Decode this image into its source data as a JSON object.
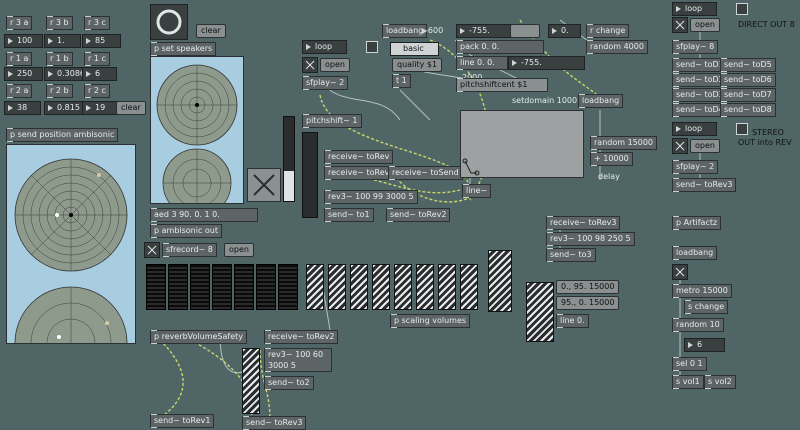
{
  "speaker_toggles": {
    "a": [
      "r 3 a",
      "r 3 b",
      "r 3 c"
    ],
    "b_values": [
      "100",
      "1.",
      "85"
    ],
    "c": [
      "r 1 a",
      "r 1 b",
      "r 1 c"
    ],
    "d_values": [
      "250",
      "0.3086",
      "6"
    ],
    "e": [
      "r 2 a",
      "r 2 b",
      "r 2 c"
    ],
    "f_values": [
      "38",
      "0.815",
      "19"
    ],
    "clear": "clear",
    "send_position": "p send position ambisonic"
  },
  "speakers": {
    "clear": "clear",
    "set": "p set speakers"
  },
  "ambisonic": {
    "aed": "aed 3 90. 0. 1 0.",
    "out": "p ambisonic out",
    "sfrecord": "sfrecord~ 8",
    "open": "open"
  },
  "loop1": {
    "loop": "loop",
    "open": "open",
    "sfplay": "sfplay~ 2",
    "basic": "basic",
    "quality": "quality $1",
    "t1": "t 1",
    "pitchshift": "pitchshift~ 1",
    "receive_toRev": "receive~ toRev",
    "receive_toRev1": "receive~ toRev1",
    "receive_toSend": "receive~ toSend",
    "rev3": "rev3~ 100 99 3000 5",
    "send_to1": "send~ to1",
    "send_toRev2": "send~ toRev2"
  },
  "center": {
    "loadbang": "loadbang",
    "num_600": "-600",
    "num_755a": "-755.",
    "num_0": "0.",
    "r_change": "r change",
    "random_4000": "random 4000",
    "pack": "pack 0. 0.",
    "line_top": "line 0. 0.",
    "num_755b": "-755.",
    "num_2000": "2000",
    "pitchshift_cent": "pitchshiftcent $1",
    "setdomain": "setdomain 1000",
    "loadbang2": "loadbang",
    "random_15000": "random 15000",
    "plus_10000": "+ 10000",
    "delay": "delay",
    "line": "line~"
  },
  "rev3_block": {
    "receive": "receive~ toRev3",
    "rev3": "rev3~ 100 98 250 5",
    "send": "send~ to3"
  },
  "volumes": {
    "scaling": "p scaling volumes",
    "m1": "0., 95. 15000",
    "m2": "95., 0. 15000",
    "line": "line 0."
  },
  "reverb": {
    "p_reverb": "p reverbVolumeSafety",
    "receive_toRev2": "receive~ toRev2",
    "rev3": "rev3~ 100 60 3000 5",
    "send_to2": "send~ to2",
    "send_toRev1": "send~ toRev1",
    "send_toRev3": "send~ toRev3"
  },
  "direct_out": {
    "loop": "loop",
    "open": "open",
    "label": "DIRECT OUT 8",
    "sfplay": "sfplay~ 8",
    "sends": [
      "send~ toD1",
      "send~ toD5",
      "send~ toD2",
      "send~ toD6",
      "send~ toD3",
      "send~ toD7",
      "send~ toD4",
      "send~ toD8"
    ]
  },
  "stereo_out": {
    "loop": "loop",
    "open": "open",
    "label1": "STEREO",
    "label2": "OUT into REV",
    "sfplay": "sfplay~ 2",
    "send": "send~ toRev3"
  },
  "artifacts": {
    "p": "p Artifactz",
    "loadbang": "loadbang",
    "metro": "metro 15000",
    "s_change": "s change",
    "random": "random 10",
    "num": "6",
    "sel": "sel 0 1",
    "s_vol1": "s vol1",
    "s_vol2": "s vol2"
  }
}
